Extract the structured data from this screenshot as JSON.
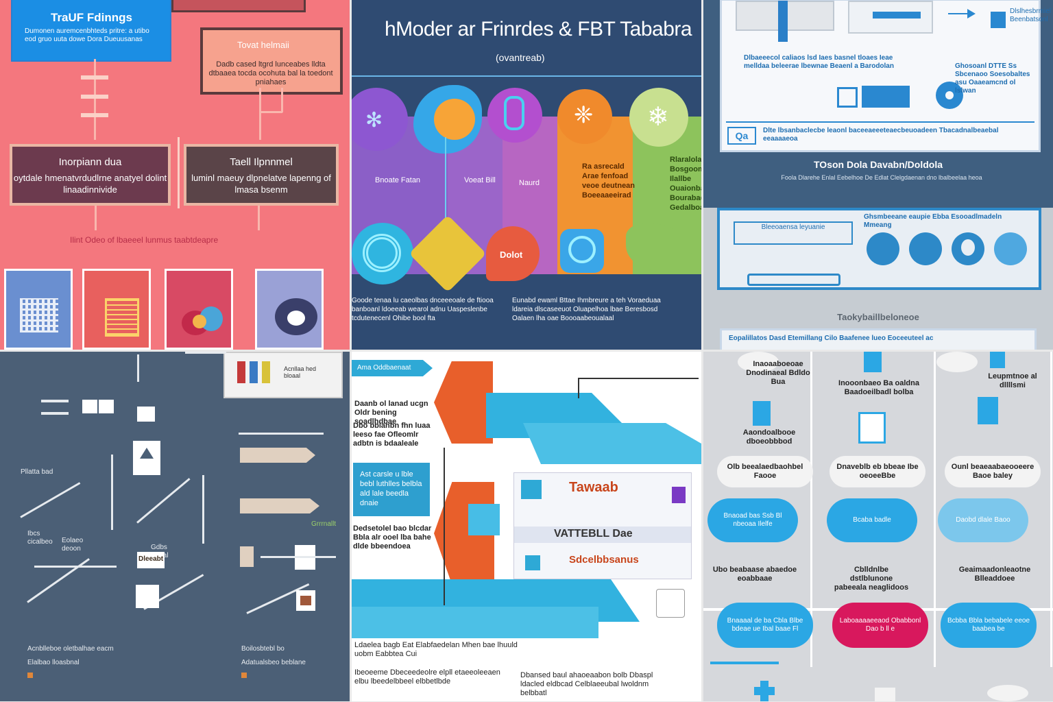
{
  "tile1": {
    "title": "TraUF Fdinngs",
    "title_sub": "Dumonen auremcenbhteds pritre: a utibo eod gruo uuta dowe Dora Dueuusanas",
    "gray_box": {
      "heading": "Tovat helmaii",
      "body": "Dadb cased ltgrd lunceabes lldta dtbaaea tocda ocohuta bal la toedont pniahaes"
    },
    "dark_left": {
      "heading": "Inorpiann dua",
      "body": "oytdale hmenatvrdudlrne anatyel dolint linaadinnivide"
    },
    "dark_right": {
      "heading": "Taell Ilpnnmel",
      "body": "luminl maeuy dlpnelatve lapenng of lmasa bsenm"
    },
    "caption": "Ilint Odeo of lbaeeel lunmus taabtdeapre"
  },
  "tile2": {
    "title": "hModer ar Frinrdes & FBT Tababra",
    "subtitle": "(ovantreab)",
    "labels": [
      "Bnoate Fatan",
      "Voeat Bill",
      "Naurd"
    ],
    "orange_text": "Ra asrecald Arae fenfoad veoe deutnean Boeeaaeeirad",
    "green_text": "Rlaralolan Bosgoomo Ilallbe Ouaionba Bourabaea Gedalboa",
    "bottom_badge": "Dolot",
    "para_left": "Goode tenaa lu caeolbas dnceeeoale de ftiooa banboanl ldoeeab wearol adnu Uaspeslenbe tcdutenecenl Ohibe bool fta",
    "para_right": "Eunabd ewaml Bttae Ihmbreure a teh Voraeduaa ldareia dlscaseeuot Oluapelhoa lbae Beresbosd Oalaen lha oae Boooaabeoualaal"
  },
  "tile3": {
    "top_right_label": "Dlslhesbrmiel Beenbatsonl",
    "blue_desc_left": "Dlbaeeecol caliaos lsd Iaes basnel tloaes Ieae melldaa beleerae lbewnae Beaenl a Barodolan",
    "blue_desc_right": "Ghosoanl DTTE Ss Sbcenaoo Soesobaltes asu Oaaeamcnd ol lslwan",
    "footer_text": "Dlte lbsanbaclecbe leaonl baceeaeeeteaecbeuoadeen Tbacadnalbeaebal eeaaaaeoa",
    "badge": "Qa",
    "mid_title": "TOson Dola Davabn/Doldola",
    "mid_sub": "Foola Dlarehe Enlal Eebelhoe De Edlat Clelgdaenan dno lbalbeelaa heoa",
    "panel_head": "Bleeoaensa leyuanie",
    "panel_title": "Ghsmbeeane eaupie Ebba Esooadlmadeln Mmeang",
    "bottom_title": "Taokybaillbeloneoe",
    "bottom_bar": "Eopalillatos Dasd Etemillang Cilo Baafenee lueo Eoceeuteel ac"
  },
  "tile4": {
    "frame_label": "Acnllaa hed bloaal",
    "labels": [
      "Pllatta bad",
      "Eolaeo deoon",
      "Ibcs cicalbeo",
      "Gdbs Badal",
      "Grrrnallt"
    ],
    "bottom_lines": [
      "Acnblleboe oletbalhae eacm",
      "Elalbao lloasbnal",
      "Boilosbtebl bo",
      "Adatualsbeo beblane"
    ],
    "rice_label": "Dleeabt"
  },
  "tile5": {
    "tag": "Ama Oddbaenaat",
    "text_a": "Daanb ol lanad ucgn Oldr bening soadlhdbae",
    "text_b": "Dbo bblanbn fhn luaa leeso fae Ofleomlr adbtn is bdaaleale",
    "blue_box": "Ast carsle u lble bebl luthlles belbla ald lale beedla dnaie",
    "text_c": "Dedsetolel bao blcdar Bbla alr ooel lba bahe dlde bbeendoea",
    "brand": "Tawaab",
    "panel_title": "VATTEBLL Dae",
    "brand2": "Sdcelbbsanus",
    "bottom_a": "Ldaelea bagb Eat Elabfaedelan Mhen bae lhuuld uobm Eabbtea Cui",
    "bottom_b": "Ibeoeeme Dbeceedeolre elpll etaeeoleeaen elbu lbeedelbbeel elbbetlbde",
    "bottom_c": "Dbansed baul ahaoeaabon bolb Dbaspl ldacled eldbcad Celblaeeubal lwoldnm belbbatl"
  },
  "tile6": {
    "top_labels": [
      "Inaoaaboeoae Dnodinaeal Bdldo Bua",
      "Inooonbaeo Ba oaldna Baadoeilbadl bolba",
      "Leupmtnoe al dllllsmi"
    ],
    "mid_label": "Aaondoalbooe dboeobbbod",
    "clouds": [
      "Olb beealaedbaohbel Faooe",
      "Dnaveblb eb bbeae Ibe oeoeeBbe",
      "Ounl beaeaabaeooeere Baoe baley"
    ],
    "blue_pills": [
      "Bnaoad bas Ssb Bl nbeoaa Ilelfe",
      "Bcaba badle",
      "Daobd dlale Baoo"
    ],
    "lower_labels": [
      "Ubo beabaase abaedoe eoabbaae",
      "Cblldnlbe dstlblunone pabeeala neaglidoos",
      "Geaimaadonleaotne Blleaddoee"
    ],
    "bottom_pills": [
      "Bnaaaal de ba Cbla Blbe bdeae ue Ibal baae Fl",
      "Laboaaaaeeaod Obabbonl Dao b ll e",
      "Bcbba Bbla bebabele eeoe baabea be"
    ],
    "colors": {
      "sky": "#2ba7e4",
      "pink": "#d8185d",
      "light": "#7cc7ec"
    }
  }
}
